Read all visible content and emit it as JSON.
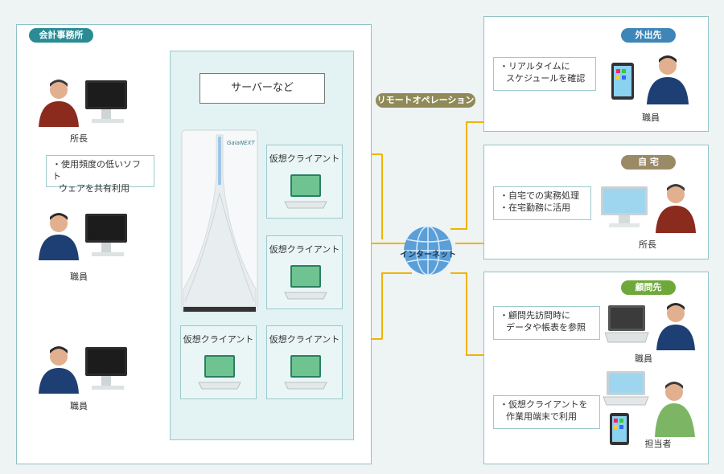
{
  "office": {
    "title": "会計事務所",
    "director_label": "所長",
    "staff1_label": "職員",
    "staff2_label": "職員",
    "note": [
      "・使用頻度の低いソフト",
      "ウェアを共有利用"
    ]
  },
  "server": {
    "title": "サーバーなど",
    "brand": "GaiaNEXT",
    "vc1": "仮想クライアント",
    "vc2": "仮想クライアント",
    "vc3": "仮想クライアント",
    "vc4": "仮想クライアント"
  },
  "remote_label": "リモートオペレーション",
  "internet_label": "インターネット",
  "outside": {
    "title": "外出先",
    "note": [
      "・リアルタイムに",
      "スケジュールを確認"
    ],
    "person": "職員"
  },
  "home": {
    "title": "自 宅",
    "note": [
      "・自宅での実務処理",
      "・在宅勤務に活用"
    ],
    "person": "所長"
  },
  "client": {
    "title": "顧問先",
    "note1": [
      "・顧問先訪問時に",
      "データや帳表を参照"
    ],
    "person1": "職員",
    "note2": [
      "・仮想クライアントを",
      "作業用端末で利用"
    ],
    "person2": "担当者"
  },
  "colors": {
    "office_pill": "#2a8b94",
    "outside_pill": "#3e86b8",
    "home_pill": "#9a8a66",
    "client_pill": "#6fa83a",
    "arrow": "#f0b400",
    "remote_pill": "#8f8a58"
  }
}
